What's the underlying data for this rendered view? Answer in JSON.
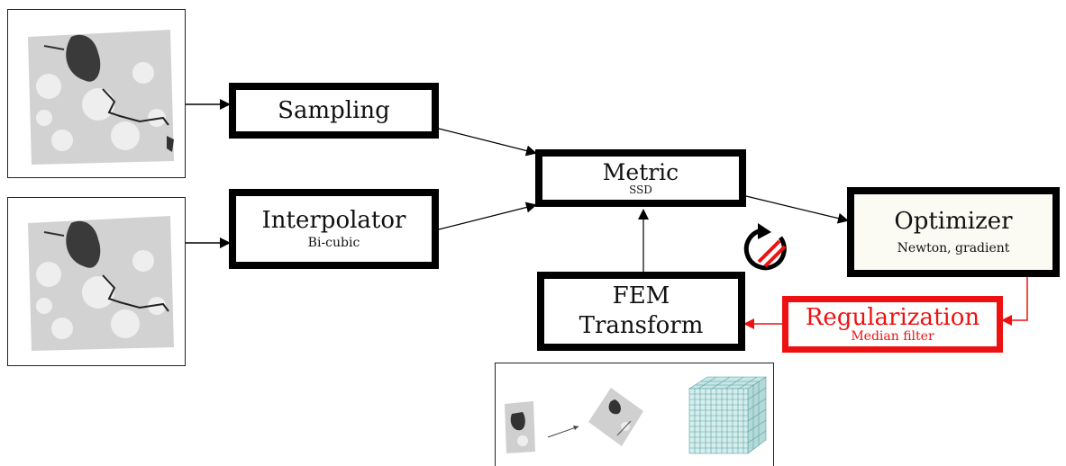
{
  "nodes": {
    "sampling": {
      "title": "Sampling"
    },
    "metric": {
      "title": "Metric",
      "subtitle": "SSD"
    },
    "interpolator": {
      "title": "Interpolator",
      "subtitle": "Bi-cubic"
    },
    "optimizer": {
      "title": "Optimizer",
      "subtitle": "Newton, gradient"
    },
    "fem": {
      "title_line1": "FEM",
      "title_line2": "Transform"
    },
    "regularization": {
      "title": "Regularization",
      "subtitle": "Median filter"
    }
  },
  "colors": {
    "box_border": "#000000",
    "regularization": "#ee1111",
    "optimizer_fill": "#fbfbf3",
    "mesh": "#5aa0a0"
  },
  "icons": {
    "cycle": "refresh-cycle-icon"
  }
}
